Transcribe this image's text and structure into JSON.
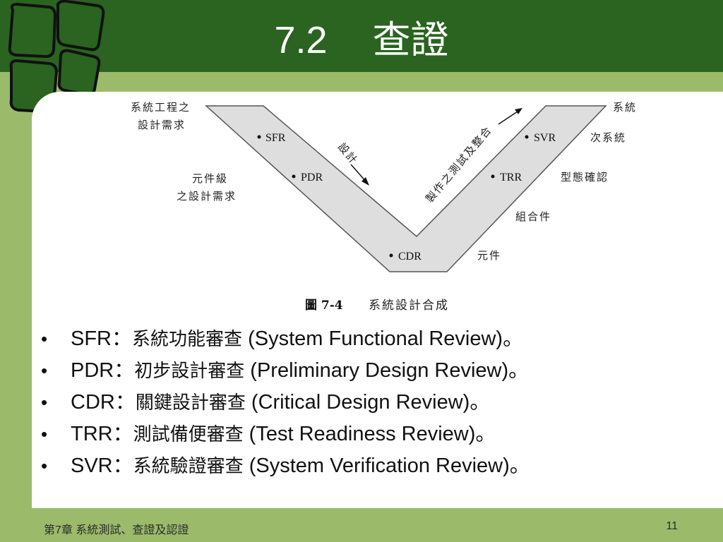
{
  "slide": {
    "title_number": "7.2",
    "title_text": "查證",
    "footer_left": "第7章 系統測試、查證及認證",
    "footer_right": "11"
  },
  "diagram": {
    "left_labels": [
      "系統工程之",
      "設計需求",
      "元件級",
      "之設計需求"
    ],
    "right_labels": [
      "系統",
      "次系統",
      "型態確認",
      "組合件",
      "元件"
    ],
    "stages": [
      "SFR",
      "PDR",
      "CDR",
      "TRR",
      "SVR"
    ],
    "design_arrow_label": "設計",
    "test_arrow_label": "製作之測試及整合",
    "caption_figure": "圖 7-4",
    "caption_text": "系統設計合成"
  },
  "bullets": [
    {
      "abbr": "SFR：",
      "zh": "系統功能審查",
      "en": " (System Functional Review)。"
    },
    {
      "abbr": "PDR：",
      "zh": "初步設計審查",
      "en": " (Preliminary Design Review)。"
    },
    {
      "abbr": "CDR：",
      "zh": "關鍵設計審查",
      "en": " (Critical Design Review)。"
    },
    {
      "abbr": "TRR：",
      "zh": "測試備便審查",
      "en": " (Test Readiness Review)。"
    },
    {
      "abbr": "SVR：",
      "zh": "系統驗證審查",
      "en": " (System Verification Review)。"
    }
  ],
  "colors": {
    "header": "#2a6420",
    "band": "#9bbb6a",
    "v_fill": "#dedede"
  },
  "icons": [
    "rounded-squares-logo",
    "bullet-dot-icon",
    "arrow-down-icon",
    "arrow-up-icon"
  ]
}
